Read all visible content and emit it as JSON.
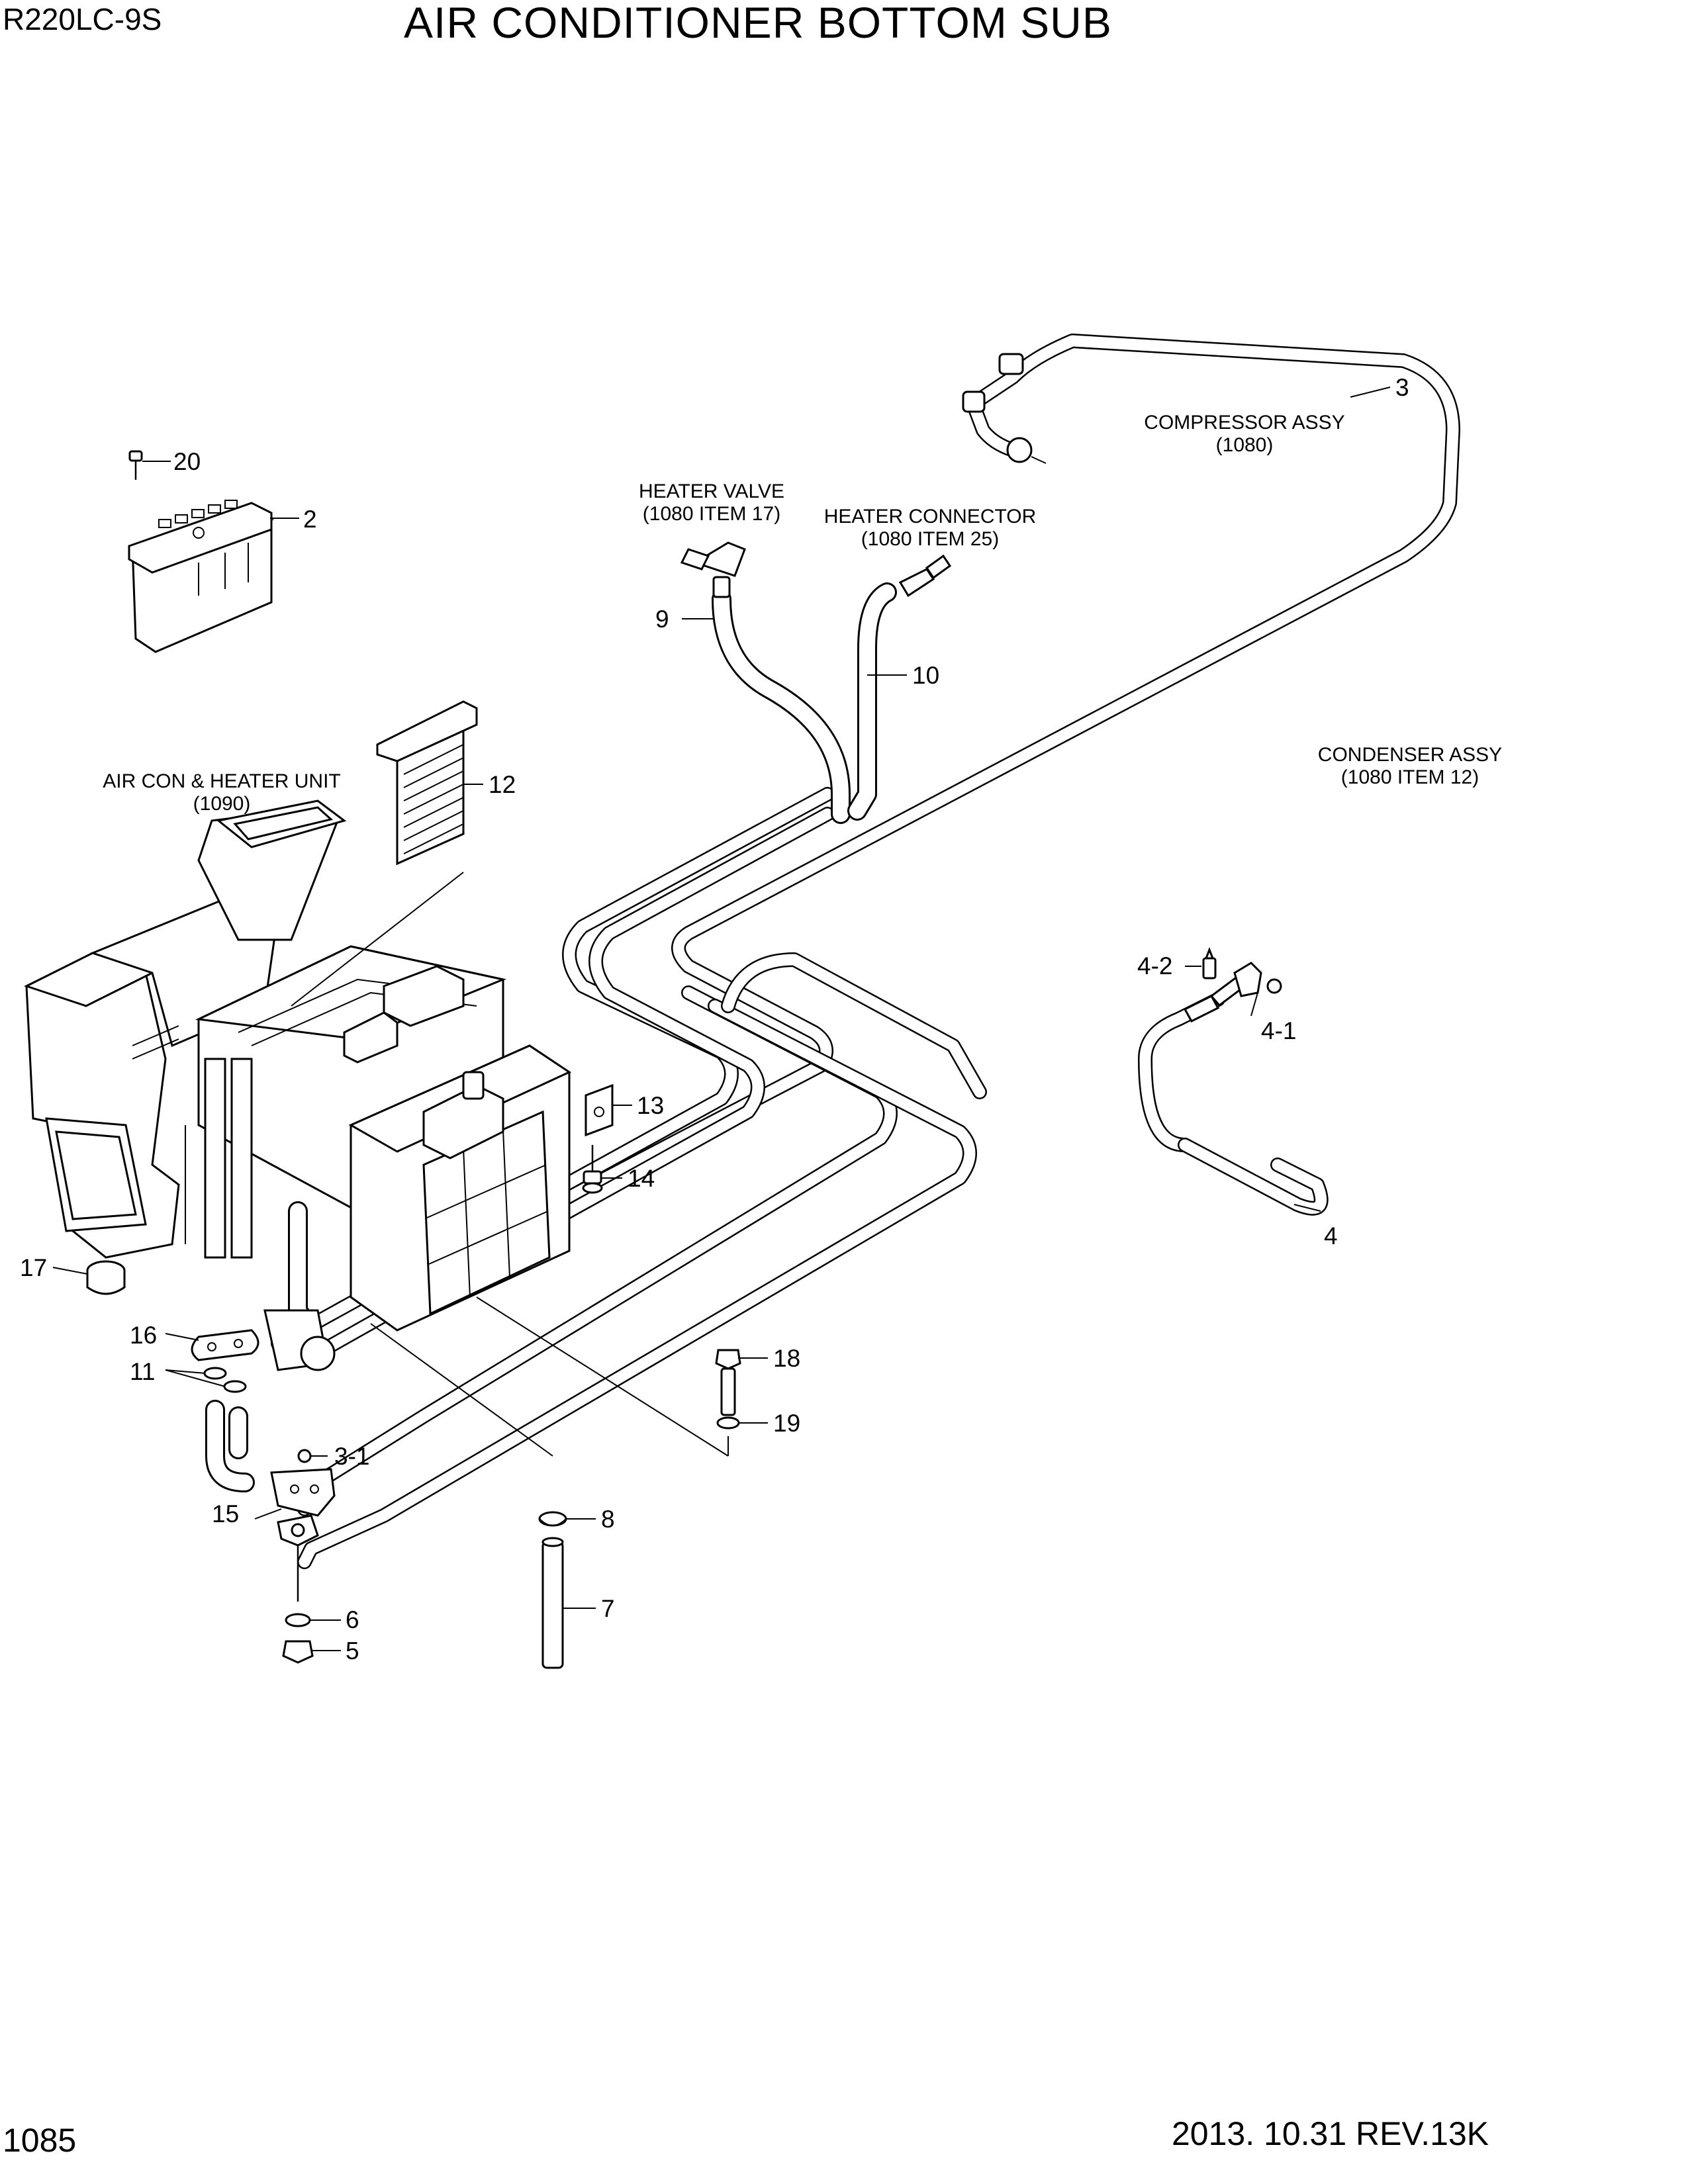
{
  "header": {
    "model": "R220LC-9S",
    "title": "AIR CONDITIONER BOTTOM SUB"
  },
  "footer": {
    "page_number": "1085",
    "revision": "2013. 10.31  REV.13K"
  },
  "notes": {
    "compressor": {
      "line1": "COMPRESSOR ASSY",
      "line2": "(1080)"
    },
    "heater_valve": {
      "line1": "HEATER VALVE",
      "line2": "(1080 ITEM 17)"
    },
    "heater_connector": {
      "line1": "HEATER CONNECTOR",
      "line2": "(1080 ITEM 25)"
    },
    "condenser": {
      "line1": "CONDENSER ASSY",
      "line2": "(1080 ITEM 12)"
    },
    "aircon_unit": {
      "line1": "AIR CON & HEATER UNIT",
      "line2": "(1090)"
    }
  },
  "callouts": {
    "c20": "20",
    "c2": "2",
    "c3": "3",
    "c9": "9",
    "c10": "10",
    "c12": "12",
    "c4_2": "4-2",
    "c4_1": "4-1",
    "c4": "4",
    "c13": "13",
    "c14": "14",
    "c17": "17",
    "c16": "16",
    "c11": "11",
    "c18": "18",
    "c19": "19",
    "c3_1": "3-1",
    "c15": "15",
    "c8": "8",
    "c6": "6",
    "c7": "7",
    "c5": "5"
  }
}
